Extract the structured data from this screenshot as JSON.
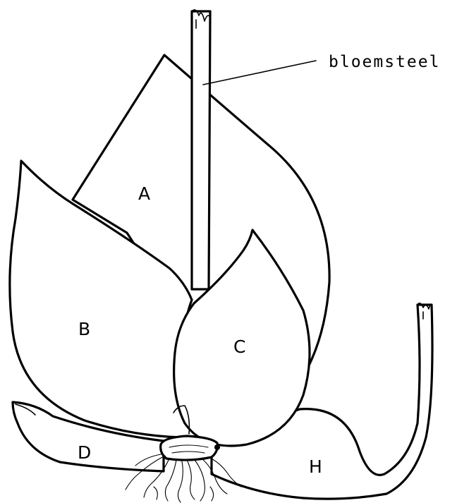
{
  "diagram": {
    "callout_label": "bloemsteel",
    "parts": {
      "a": "A",
      "b": "B",
      "c": "C",
      "d": "D",
      "h": "H"
    }
  }
}
